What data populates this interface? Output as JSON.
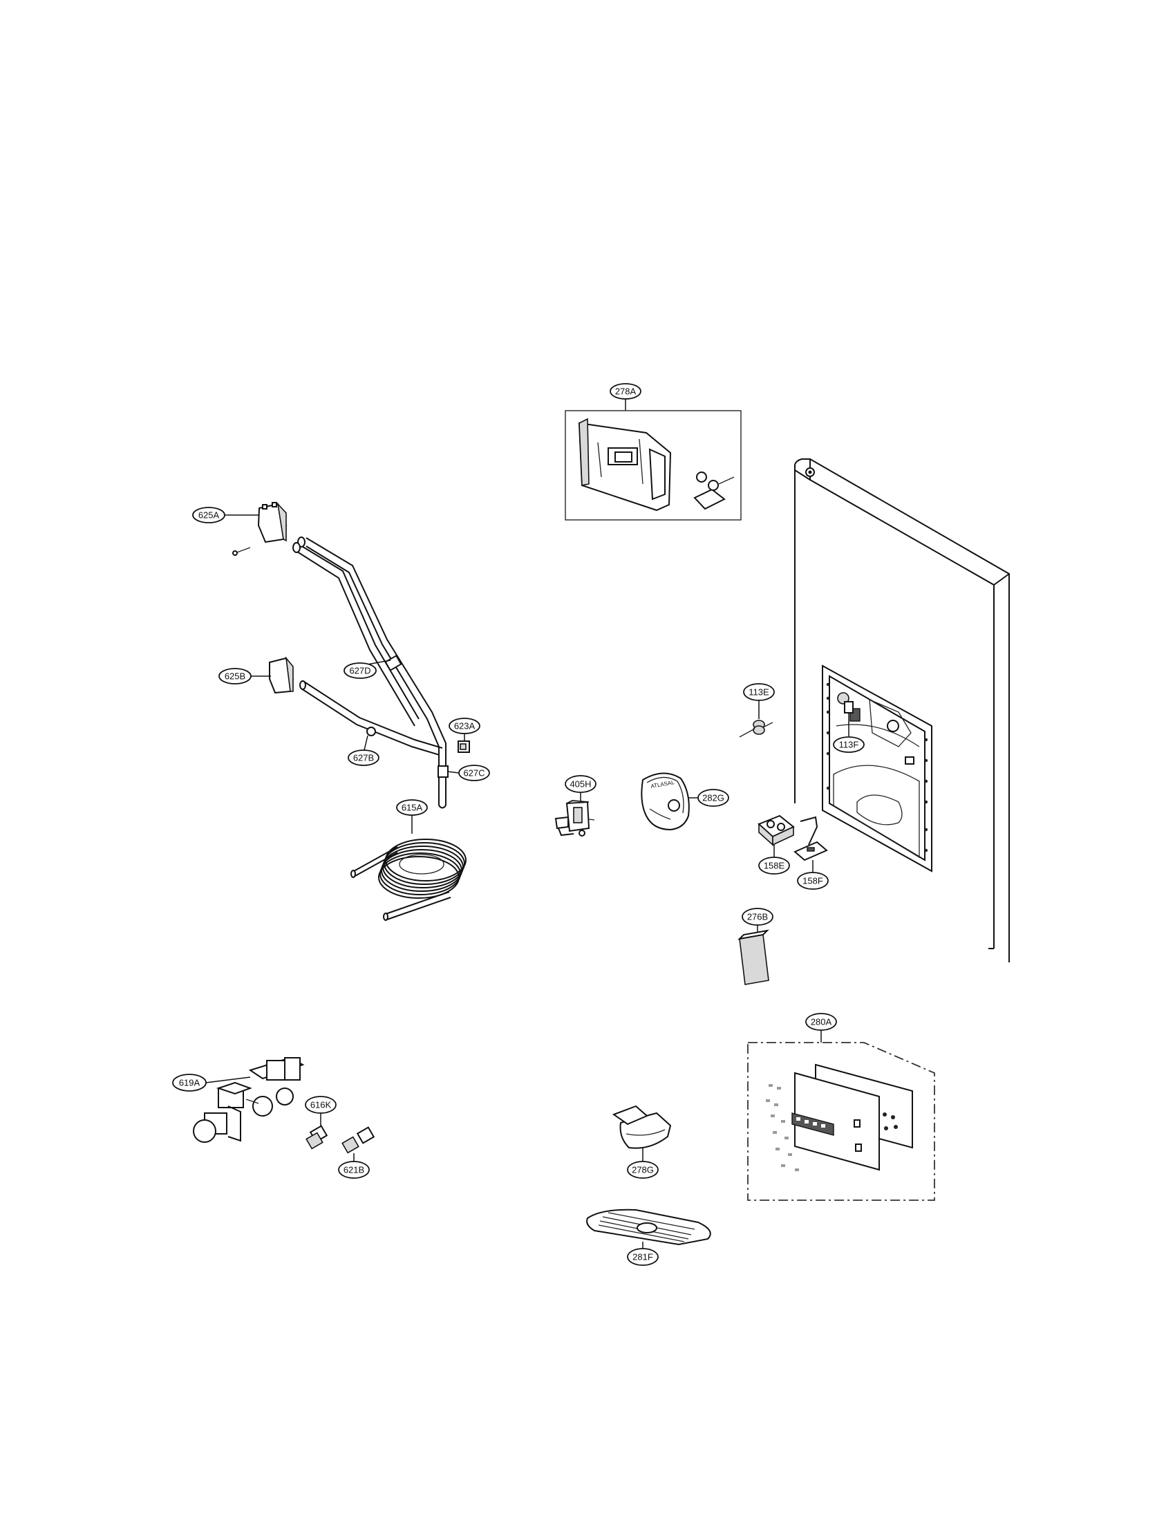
{
  "callouts": {
    "p278A": "278A",
    "p625A": "625A",
    "p625B": "625B",
    "p627D": "627D",
    "p627B": "627B",
    "p623A": "623A",
    "p627C": "627C",
    "p615A": "615A",
    "p405H": "405H",
    "p282G": "282G",
    "p113E": "113E",
    "p113F": "113F",
    "p158E": "158E",
    "p158F": "158F",
    "p276B": "276B",
    "p280A": "280A",
    "p619A": "619A",
    "p616K": "616K",
    "p621B": "621B",
    "p278G": "278G",
    "p281F": "281F"
  }
}
